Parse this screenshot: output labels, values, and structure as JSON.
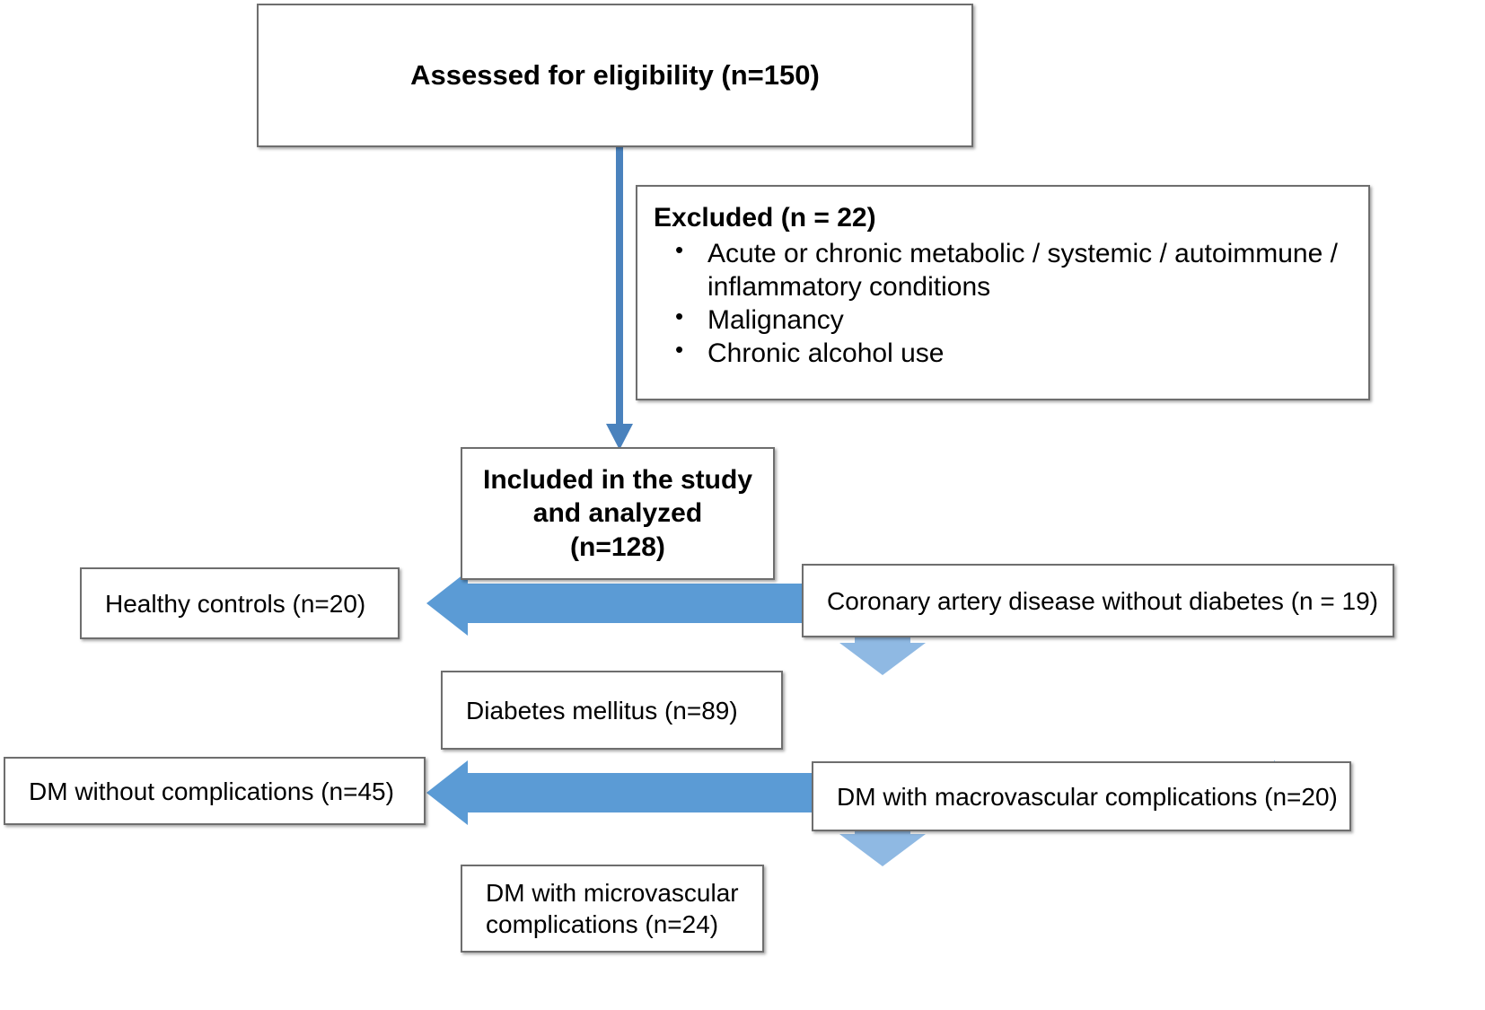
{
  "diagram": {
    "type": "flowchart",
    "title": "Study participant flow diagram",
    "colors": {
      "arrow_blue": "#5B9BD5",
      "arrow_light_blue": "#8FB9E3",
      "box_border": "#6E6E6E",
      "background": "#FFFFFF",
      "text": "#000000"
    }
  },
  "nodes": {
    "eligibility": {
      "label": "Assessed for eligibility (n=150)",
      "n": 150
    },
    "excluded": {
      "title": "Excluded (n = 22)",
      "n": 22,
      "reasons": [
        "Acute or chronic metabolic / systemic / autoimmune / inflammatory conditions",
        "Malignancy",
        "Chronic alcohol use"
      ]
    },
    "included": {
      "line1": "Included in the study",
      "line2": "and analyzed",
      "line3": "(n=128)",
      "n": 128
    },
    "healthy_controls": {
      "label": "Healthy controls (n=20)",
      "n": 20
    },
    "cad_without_diabetes": {
      "label": "Coronary artery disease without diabetes (n = 19)",
      "n": 19
    },
    "diabetes_mellitus": {
      "label": "Diabetes mellitus (n=89)",
      "n": 89
    },
    "dm_without_complications": {
      "label": "DM without complications (n=45)",
      "n": 45
    },
    "dm_macrovascular": {
      "label": "DM with macrovascular complications (n=20)",
      "n": 20
    },
    "dm_microvascular": {
      "line1": "DM with microvascular",
      "line2": "complications (n=24)",
      "n": 24
    }
  },
  "connectors": [
    {
      "name": "eligibility-to-included",
      "kind": "down-arrow"
    },
    {
      "name": "included-split",
      "kind": "left-right-down-arrow"
    },
    {
      "name": "diabetes-split",
      "kind": "left-right-down-arrow"
    }
  ]
}
